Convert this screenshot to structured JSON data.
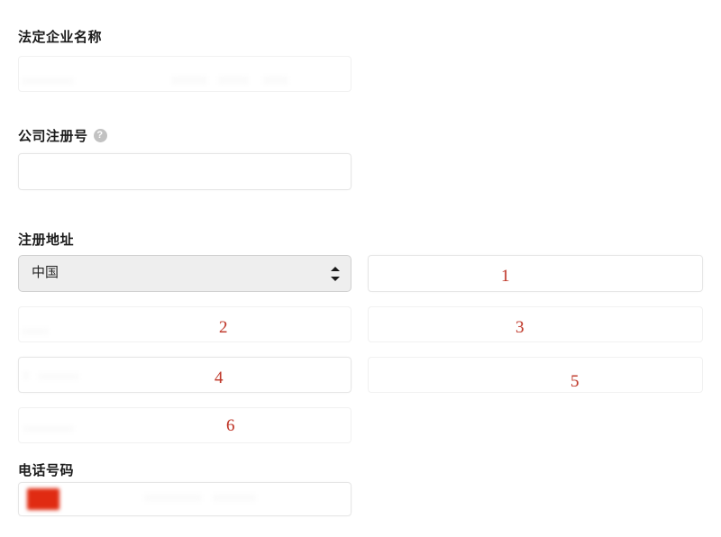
{
  "form": {
    "background_color": "#ffffff",
    "annotation_color": "#c0392b",
    "sections": {
      "legal_name": {
        "label": "法定企业名称",
        "input_value": "",
        "placeholder": ""
      },
      "registration_number": {
        "label": "公司注册号",
        "help_icon": "help-circle-icon",
        "input_value": "",
        "placeholder": ""
      },
      "registered_address": {
        "label": "注册地址",
        "country_select": {
          "selected": "中国",
          "icon": "up-down-chevron-icon"
        },
        "fields": [
          {
            "annotation": "1",
            "value": "",
            "placeholder": "",
            "column": "right",
            "row": 1
          },
          {
            "annotation": "2",
            "value": "",
            "placeholder": "",
            "column": "left",
            "row": 2
          },
          {
            "annotation": "3",
            "value": "",
            "placeholder": "",
            "column": "right",
            "row": 2
          },
          {
            "annotation": "4",
            "value": "",
            "placeholder": "",
            "column": "left",
            "row": 3
          },
          {
            "annotation": "5",
            "value": "",
            "placeholder": "",
            "column": "right",
            "row": 3
          },
          {
            "annotation": "6",
            "value": "",
            "placeholder": "",
            "column": "left",
            "row": 4
          }
        ]
      },
      "phone_number": {
        "label": "电话号码",
        "country_flag": "china-flag-icon",
        "input_value": "",
        "placeholder": ""
      }
    }
  }
}
